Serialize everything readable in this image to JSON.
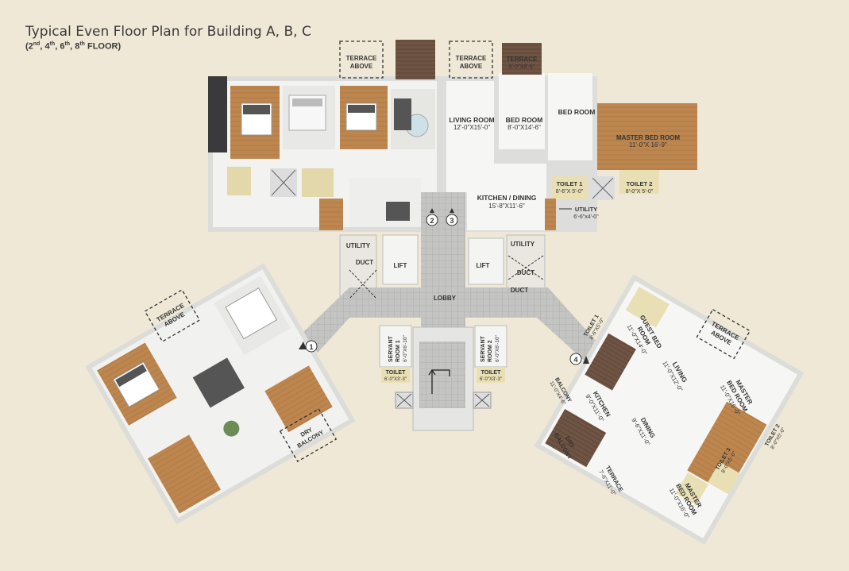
{
  "header": {
    "title": "Typical Even Floor Plan for Building A, B, C",
    "floors_prefix": "(2",
    "floors_list": [
      {
        "num": "2",
        "sup": "nd"
      },
      {
        "num": "4",
        "sup": "th"
      },
      {
        "num": "6",
        "sup": "th"
      },
      {
        "num": "8",
        "sup": "th"
      }
    ],
    "floors_suffix": "FLOOR)"
  },
  "labels": {
    "terrace_above_1": [
      "TERRACE",
      "ABOVE"
    ],
    "terrace_above_2": [
      "TERRACE",
      "ABOVE"
    ],
    "terrace_top": "TERRACE",
    "terrace_top_dim": "8'-0\"X8'-6\"",
    "living_room": "LIVING ROOM",
    "living_room_dim": "12'-0\"X15'-0\"",
    "bed_room_1": "BED ROOM",
    "bed_room_1_dim": "8'-0\"X14'-6\"",
    "bed_room_2": "BED ROOM",
    "master_bed_room": "MASTER BED ROOM",
    "master_bed_room_dim": "11'-0\"X 16'-9\"",
    "toilet_1": "TOILET 1",
    "toilet_1_dim": "8'-6\"X 5'-0\"",
    "toilet_2": "TOILET 2",
    "toilet_2_dim": "8'-0\"X 5'-0\"",
    "kitchen_dining": "KITCHEN / DINING",
    "kitchen_dining_dim": "15'-8\"X11'-6\"",
    "utility_right": "UTILITY",
    "utility_right_dim": "6'-6\"x4'-0\"",
    "utility_left": "UTILITY",
    "utility_mid": "UTILITY",
    "duct_1": "DUCT",
    "duct_2": "DUCT",
    "duct_3": "DUCT",
    "lift_1": "LIFT",
    "lift_2": "LIFT",
    "lobby": "LOBBY",
    "terrace_above_3": [
      "TERRACE",
      "ABOVE"
    ],
    "terrace_above_4": [
      "TERRACE",
      "ABOVE"
    ],
    "servant_room_1": [
      "SERVANT",
      "ROOM 1"
    ],
    "servant_room_1_dim": "6'-0\"X6'-10\"",
    "servant_room_2": [
      "SERVANT",
      "ROOM 2"
    ],
    "servant_room_2_dim": "6'-0\"X6'-10\"",
    "toilet_s1": "TOILET",
    "toilet_s1_dim": "6'-0\"X3'-3\"",
    "toilet_s2": "TOILET",
    "toilet_s2_dim": "6'-0\"X3'-3\"",
    "dry_balcony_left": [
      "DRY",
      "BALCONY"
    ],
    "dry_balcony_right": [
      "DRY",
      "BALCONY"
    ],
    "guest_bed_room": [
      "GUEST BED",
      "ROOM"
    ],
    "guest_bed_room_dim": "11'-0\"X14'-0\"",
    "toilet_r1": "TOILET 1",
    "toilet_r1_dim": "8'-6\"X5'-0\"",
    "living_r": "LIVING",
    "living_r_dim": "11'-0\"X12'-0\"",
    "master_r1": [
      "MASTER",
      "BED ROOM"
    ],
    "master_r1_dim": "11'-0\"X16'-0\"",
    "kitchen_r": "KITCHEN",
    "kitchen_r_dim": "9'-0\"X11'-0\"",
    "balcony_r": "BALCONY",
    "balcony_r_dim": "11'-0\"X4'-6\"",
    "dining_r": "DINING",
    "dining_r_dim": "9'-6\"X11'-0\"",
    "toilet_r2": "TOILET 2",
    "toilet_r2_dim": "8'-0\"X5'-0\"",
    "toilet_r3": "TOILET 3",
    "toilet_r3_dim": "8'-0\"X5'-0\"",
    "terrace_r": "TERRACE",
    "terrace_r_dim": "7'-6\"X11'-0\"",
    "master_r2": [
      "MASTER",
      "BED ROOM"
    ],
    "master_r2_dim": "11'-0\"X16'-0\""
  },
  "markers": [
    "1",
    "2",
    "3",
    "4"
  ],
  "colors": {
    "background": "#efe8d6",
    "floor_white": "#f4f4f2",
    "wall": "#d8d8d6",
    "wood": "#b9804a",
    "toilet_tile": "#e9dfb4",
    "lobby_grey": "#bdbdbb",
    "terrace_brown": "#6e5646"
  }
}
